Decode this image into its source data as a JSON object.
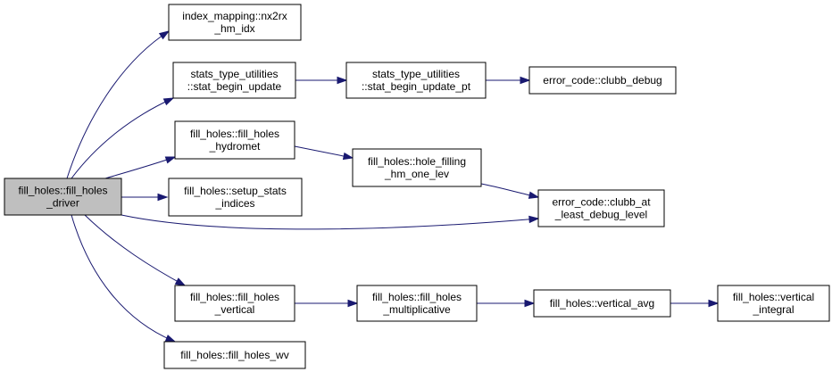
{
  "graph": {
    "nodes": {
      "driver": [
        "fill_holes::fill_holes",
        "_driver"
      ],
      "nx2rx": [
        "index_mapping::nx2rx",
        "_hm_idx"
      ],
      "stat_begin_update": [
        "stats_type_utilities",
        "::stat_begin_update"
      ],
      "stat_begin_update_pt": [
        "stats_type_utilities",
        "::stat_begin_update_pt"
      ],
      "clubb_debug": [
        "error_code::clubb_debug"
      ],
      "hydromet": [
        "fill_holes::fill_holes",
        "_hydromet"
      ],
      "hole_filling": [
        "fill_holes::hole_filling",
        "_hm_one_lev"
      ],
      "setup_stats": [
        "fill_holes::setup_stats",
        "_indices"
      ],
      "clubb_at_least": [
        "error_code::clubb_at",
        "_least_debug_level"
      ],
      "vertical": [
        "fill_holes::fill_holes",
        "_vertical"
      ],
      "multiplicative": [
        "fill_holes::fill_holes",
        "_multiplicative"
      ],
      "vertical_avg": [
        "fill_holes::vertical_avg"
      ],
      "vertical_integral": [
        "fill_holes::vertical",
        "_integral"
      ],
      "wv": [
        "fill_holes::fill_holes_wv"
      ]
    },
    "colors": {
      "edge": "#191970",
      "root_fill": "#bfbfbf",
      "node_fill": "#ffffff",
      "border": "#000000"
    }
  }
}
